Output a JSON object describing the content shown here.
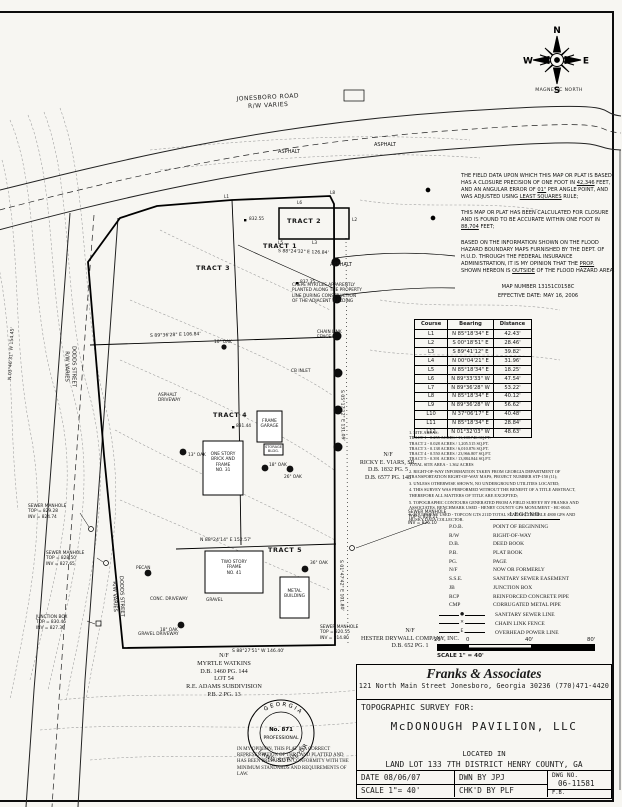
{
  "compass": {
    "n": "N",
    "s": "S",
    "e": "E",
    "w": "W",
    "label": "MAGNETIC NORTH"
  },
  "field_data": {
    "p1": [
      {
        "t": "THE FIELD DATA UPON WHICH THIS MAP OR PLAT IS BASED HAS A CLOSURE PRECISION OF ONE FOOT IN "
      },
      {
        "t": "42,346",
        "u": true
      },
      {
        "t": " FEET, AND AN ANGULAR ERROR OF "
      },
      {
        "t": "01\"",
        "u": true
      },
      {
        "t": " PER ANGLE POINT, AND WAS ADJUSTED USING "
      },
      {
        "t": "LEAST SQUARES",
        "u": true
      },
      {
        "t": " RULE;"
      }
    ],
    "p2": [
      {
        "t": "THIS MAP OR PLAT HAS BEEN CALCULATED FOR CLOSURE AND IS FOUND TO BE ACCURATE WITHIN ONE FOOT IN "
      },
      {
        "t": "88,704",
        "u": true
      },
      {
        "t": " FEET;"
      }
    ],
    "p3": [
      {
        "t": "BASED ON THE INFORMATION SHOWN ON THE FLOOD HAZARD BOUNDARY MAPS FURNISHED BY THE DEPT. OF H.U.D. THROUGH THE FEDERAL INSURANCE ADMINISTRATION, IT IS MY OPINION THAT THE "
      },
      {
        "t": "PROP.",
        "u": true
      },
      {
        "t": " SHOWN HEREON IS "
      },
      {
        "t": "OUTSIDE",
        "u": true
      },
      {
        "t": " OF THE FLOOD HAZARD AREA."
      }
    ],
    "map_number": "MAP NUMBER 13151C0158C",
    "effective_date": "EFFECTIVE DATE: MAY 16, 2006"
  },
  "course_table": {
    "headers": {
      "course": "Course",
      "bearing": "Bearing",
      "distance": "Distance"
    },
    "rows": [
      {
        "course": "L1",
        "bearing": "N 85°18'34\" E",
        "distance": "42.43'"
      },
      {
        "course": "L2",
        "bearing": "S 00°18'51\" E",
        "distance": "28.46'"
      },
      {
        "course": "L3",
        "bearing": "S 89°41'12\" E",
        "distance": "39.82'"
      },
      {
        "course": "L4",
        "bearing": "N 00°04'21\" E",
        "distance": "31.96'"
      },
      {
        "course": "L5",
        "bearing": "N 85°18'34\" E",
        "distance": "18.25'"
      },
      {
        "course": "L6",
        "bearing": "N 89°33'33\" W",
        "distance": "47.54'"
      },
      {
        "course": "L7",
        "bearing": "N 89°36'28\" W",
        "distance": "53.22'"
      },
      {
        "course": "L8",
        "bearing": "N 85°18'34\" E",
        "distance": "40.12'"
      },
      {
        "course": "L9",
        "bearing": "N 89°36'28\" W",
        "distance": "56.62'"
      },
      {
        "course": "L10",
        "bearing": "N 37°06'17\" E",
        "distance": "40.48'"
      },
      {
        "course": "L11",
        "bearing": "N 85°18'34\" E",
        "distance": "28.84'"
      },
      {
        "course": "L12",
        "bearing": "N 01°32'03\" W",
        "distance": "48.63'"
      }
    ]
  },
  "notes": {
    "items": [
      "1. SITE AREAS:\n      TRACT 1 - 0.255 ACRES / 11,108.746 SQ.FT.\n      TRACT 2 - 0.028 ACRES / 1,205.515 SQ.FT.\n      TRACT 3 - 0.138 ACRES / 6,010.876 SQ.FT.\n      TRACT 4 - 0.550 ACRES / 23,966.807 SQ.FT.\n      TRACT 5 - 0.391 ACRES / 13,884.844 SQ.FT.\n      TOTAL SITE AREA - 1.362 ACRES",
      "2. RIGHT-OF-WAY INFORMATION TAKEN FROM GEORGIA DEPARTMENT OF\nTRANSPORTATION RIGHT-OF-WAY MAPS, PROJECT NUMBER STP-150 (11);",
      "3. UNLESS OTHERWISE SHOWN, NO UNDERGROUND UTILITIES LOCATED;",
      "4. THIS SURVEY WAS PERFORMED WITHOUT THE BENEFIT OF A TITLE ABSTRACT,\nTHEREFORE ALL MATTERS OF TITLE ARE EXCEPTED;",
      "5. TOPOGRAPHIC CONTOURS GENERATED FROM A FIELD SURVEY BY FRANKS AND\nASSOCIATES.  BENCHMARK USED - HENRY COUNTY GPS MONUMENT - HC-0045.",
      "6. EQUIPMENT USED - TOPCON GTS 211D TOTAL STATION, TRIMBLE 4800 GPS AND\nHUSKY DATA COLLECTOR."
    ]
  },
  "legend": {
    "title": "LEGEND",
    "items": [
      {
        "abbr": "P.O.B.",
        "desc": "POINT OF BEGINNING"
      },
      {
        "abbr": "R/W",
        "desc": "RIGHT-OF-WAY"
      },
      {
        "abbr": "D.B.",
        "desc": "DEED BOOK"
      },
      {
        "abbr": "P.B.",
        "desc": "PLAT BOOK"
      },
      {
        "abbr": "PG.",
        "desc": "PAGE"
      },
      {
        "abbr": "N/F",
        "desc": "NOW OR FORMERLY"
      },
      {
        "abbr": "S.S.E.",
        "desc": "SANITARY SEWER EASEMENT"
      },
      {
        "abbr": "JB",
        "desc": "JUNCTION BOX"
      },
      {
        "abbr": "RCP",
        "desc": "REINFORCED CONCRETE PIPE"
      },
      {
        "abbr": "CMP",
        "desc": "CORRUGATED METAL PIPE"
      }
    ],
    "lines": [
      {
        "glyph": "●",
        "desc": "SANITARY SEWER LINE"
      },
      {
        "glyph": "✕",
        "desc": "CHAIN LINK FENCE"
      },
      {
        "glyph": "E",
        "desc": "OVERHEAD POWER LINE"
      }
    ]
  },
  "scale": {
    "t20": "20'",
    "t0": "0",
    "t40": "40'",
    "t80": "80'",
    "text": "SCALE 1\" = 40'"
  },
  "title_block": {
    "firm_name": "Franks  &  Associates",
    "firm_address": "121 North Main Street   Jonesboro, Georgia 30236   (770)471-4420",
    "survey_for": "TOPOGRAPHIC SURVEY FOR:",
    "client": "McDONOUGH PAVILION, LLC",
    "located_in": "LOCATED IN",
    "location": "LAND LOT 133   7TH DISTRICT   HENRY COUNTY, GA",
    "date": "DATE 08/06/07",
    "dwn": "DWN  BY JPJ",
    "dwg_no_label": "DWG NO.",
    "dwg_no": "06-11581",
    "scale": "SCALE 1\"= 40'",
    "chk": "CHK'D  BY PLF",
    "fb": "F.B."
  },
  "seal": {
    "arc_top": "GEORGIA",
    "no": "No. 871",
    "line2": "PROFESSIONAL",
    "arc_bottom": "LAND SURVEYOR"
  },
  "opinion": "IN MY OPINION, THIS PLAT IS A CORRECT REPRESENTATION OF THE LAND PLATTED AND HAS BEEN PREPARED IN CONFORMITY WITH THE MINIMUM STANDARDS AND REQUIREMENTS OF LAW.",
  "map": {
    "labels": {
      "jonesboro": "JONESBORO ROAD\nR/W VARIES",
      "dodds": "DODDS STREET\nR/W VARIES",
      "asphalt": "ASPHALT",
      "tract1": "TRACT 1",
      "tract2": "TRACT 2",
      "tract3": "TRACT 3",
      "tract4": "TRACT 4",
      "tract5": "TRACT 5",
      "crepe_note": "CREPE MYRTLES APPARENTLY\nPLANTED ALONG THE PROPERTY\nLINE DURING CONSTRUCTION\nOF THE ADJACENT BUILDING",
      "nf_viars": "N/F\nRICKY E. VIARS, SR.\nD.B. 1832 PG. 5\nD.B. 6577 PG. 148",
      "nf_hester": "N/F\nHESTER DRYWALL COMPANY, INC.\nD.B. 652  PG. 1",
      "nf_watkins": "N/F\nMYRTLE WATKINS\nD.B. 1460 PG. 144\nLOT 54\nR.E. ADAMS SUBDIVISION\nP.B. 2  PG. 13",
      "smh1": "SEWER MANHOLE\nTOP = 829.28\nINV = 824.74",
      "smh2": "SEWER MANHOLE\nTOP = 828.50\nINV = 827.65",
      "smh3": "SEWER MANHOLE\nTOP = 828.21\nINV = 826.10",
      "smh4": "SEWER MANHOLE\nTOP = 820.55\nINV = 814.80",
      "jbox": "JUNCTION BOX\nTOP = 830.46\nINV = 827.36",
      "b1": "S 89°36'28\" E   106.84'",
      "b2": "S 88°24'32\" E   126.84'",
      "b3": "N 03°46'31\" W   154.45'",
      "b4": "S 05°17'12\" E   131.09'",
      "b5": "N 88°24'14\" E   152.57'",
      "b6": "S 88°27'51\" W   146.40'",
      "b7": "S 01°47'42\" E   101.80'",
      "garage": "FRAME\nGARAGE",
      "storage": "STORAGE\nBLDG.",
      "house31": "ONE STORY\nBRICK AND\nFRAME\nNO. 31",
      "house41": "TWO STORY\nFRAME\nNO. 41",
      "metal": "METAL\nBUILDING",
      "conc": "CONC. DRIVEWAY",
      "gravel": "GRAVEL",
      "graveldwy": "GRAVEL DRIVEWAY",
      "asphaltdwy": "ASPHALT\nDRIVEWAY",
      "oak10": "10\" OAK",
      "oak13": "13\" OAK",
      "oak18": "18\" OAK",
      "oak26": "26\" OAK",
      "oak36": "36\" OAK",
      "pecan": "PECAN",
      "cbinlet": "CB INLET",
      "chain": "CHAIN LINK\nFENCE",
      "e1": "832.55",
      "e2": "831.44",
      "e3": "837.35",
      "l1": "L1",
      "l2": "L2",
      "l3": "L3",
      "l5": "L5",
      "l6": "L6",
      "l8": "L8"
    }
  }
}
